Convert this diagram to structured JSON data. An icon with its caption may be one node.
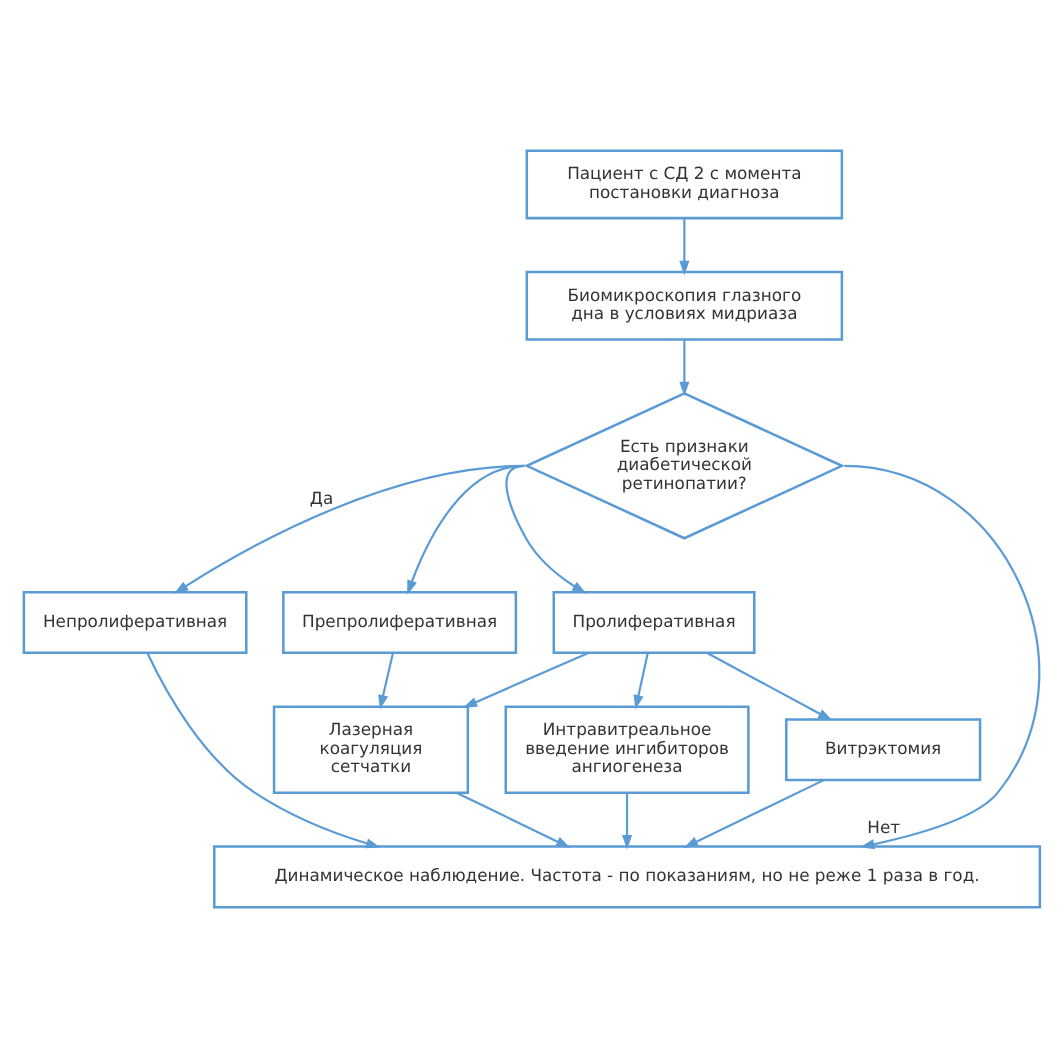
{
  "diagram": {
    "nodes": [
      {
        "text": [
          "Пациент с СД 2 с момента постановки диагноза"
        ]
      },
      {
        "text": [
          "Биомикроскопия глазного дна в условиях мидриаза"
        ]
      },
      {
        "text": [
          "Есть признаки диабетической ретинопатии?"
        ]
      },
      {
        "text": [
          "Непролиферативная"
        ]
      },
      {
        "text": [
          "Препролиферативная"
        ]
      },
      {
        "text": [
          "Пролиферативная"
        ]
      },
      {
        "text": [
          "Лазерная коагуляция сетчатки"
        ]
      },
      {
        "text": [
          "Интравитреальное введение ингибиторов ангиогенеза"
        ]
      },
      {
        "text": [
          "Витрэктомия"
        ]
      },
      {
        "text": [
          "Динамическое наблюдение. Частота - по показаниям, но не реже 1 раза в год."
        ]
      }
    ],
    "edges": [
      {
        "from": 0,
        "to": 1,
        "arrow": "to"
      },
      {
        "from": 1,
        "to": 2,
        "arrow": "to"
      },
      {
        "from": 2,
        "to": 3,
        "arrow": "to",
        "label": "Да"
      },
      {
        "from": 2,
        "to": 4,
        "arrow": "to"
      },
      {
        "from": 2,
        "to": 5,
        "arrow": "to"
      },
      {
        "from": 2,
        "to": 9,
        "arrow": "to",
        "label": "Нет"
      },
      {
        "from": 3,
        "to": 9,
        "arrow": "to"
      },
      {
        "from": 4,
        "to": 6,
        "arrow": "to"
      },
      {
        "from": 5,
        "to": 6,
        "arrow": "to"
      },
      {
        "from": 5,
        "to": 7,
        "arrow": "to"
      },
      {
        "from": 5,
        "to": 8,
        "arrow": "to"
      },
      {
        "from": 6,
        "to": 9,
        "arrow": "to"
      },
      {
        "from": 7,
        "to": 9,
        "arrow": "to"
      },
      {
        "from": 8,
        "to": 9,
        "arrow": "to"
      }
    ]
  }
}
